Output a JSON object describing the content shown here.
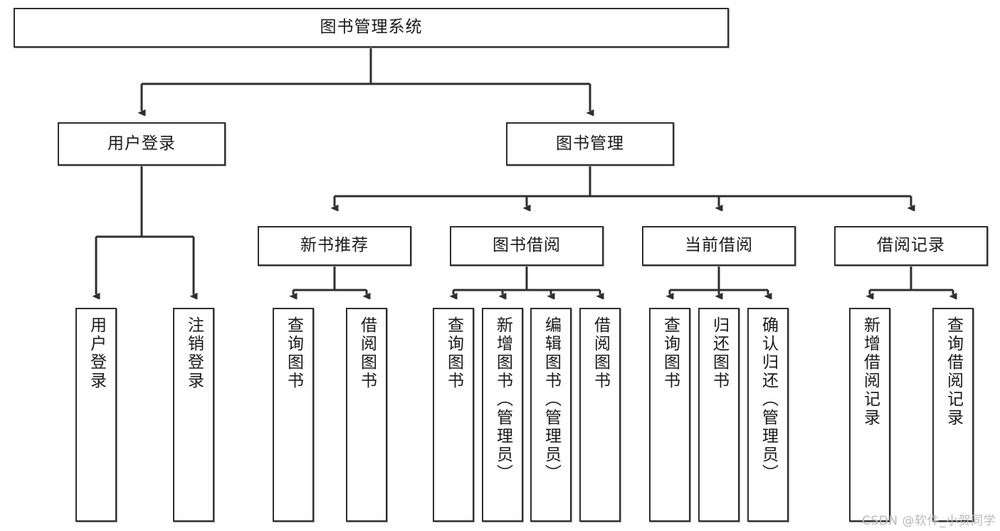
{
  "diagram": {
    "type": "tree",
    "title": "图书管理系统",
    "root": {
      "label": "图书管理系统"
    },
    "level2": [
      {
        "label": "用户登录"
      },
      {
        "label": "图书管理"
      }
    ],
    "level3": [
      {
        "label": "新书推荐"
      },
      {
        "label": "图书借阅"
      },
      {
        "label": "当前借阅"
      },
      {
        "label": "借阅记录"
      }
    ],
    "leaves": {
      "user_login": [
        {
          "label": "用户登录"
        },
        {
          "label": "注销登录"
        }
      ],
      "new_book_recommend": [
        {
          "label": "查询图书"
        },
        {
          "label": "借阅图书"
        }
      ],
      "book_borrow": [
        {
          "label": "查询图书"
        },
        {
          "label": "新增图书（管理员）"
        },
        {
          "label": "编辑图书（管理员）"
        },
        {
          "label": "借阅图书"
        }
      ],
      "current_borrow": [
        {
          "label": "查询图书"
        },
        {
          "label": "归还图书"
        },
        {
          "label": "确认归还（管理员）"
        }
      ],
      "borrow_record": [
        {
          "label": "新增借阅记录"
        },
        {
          "label": "查询借阅记录"
        }
      ]
    }
  },
  "watermark": {
    "text": "CSDN @软件_小贺同学"
  },
  "colors": {
    "stroke": "#2f2f2f",
    "fill": "#ffffff",
    "text": "#1a1a1a",
    "watermark": "#b9b9b9",
    "shadow": "#9a9a9a"
  }
}
